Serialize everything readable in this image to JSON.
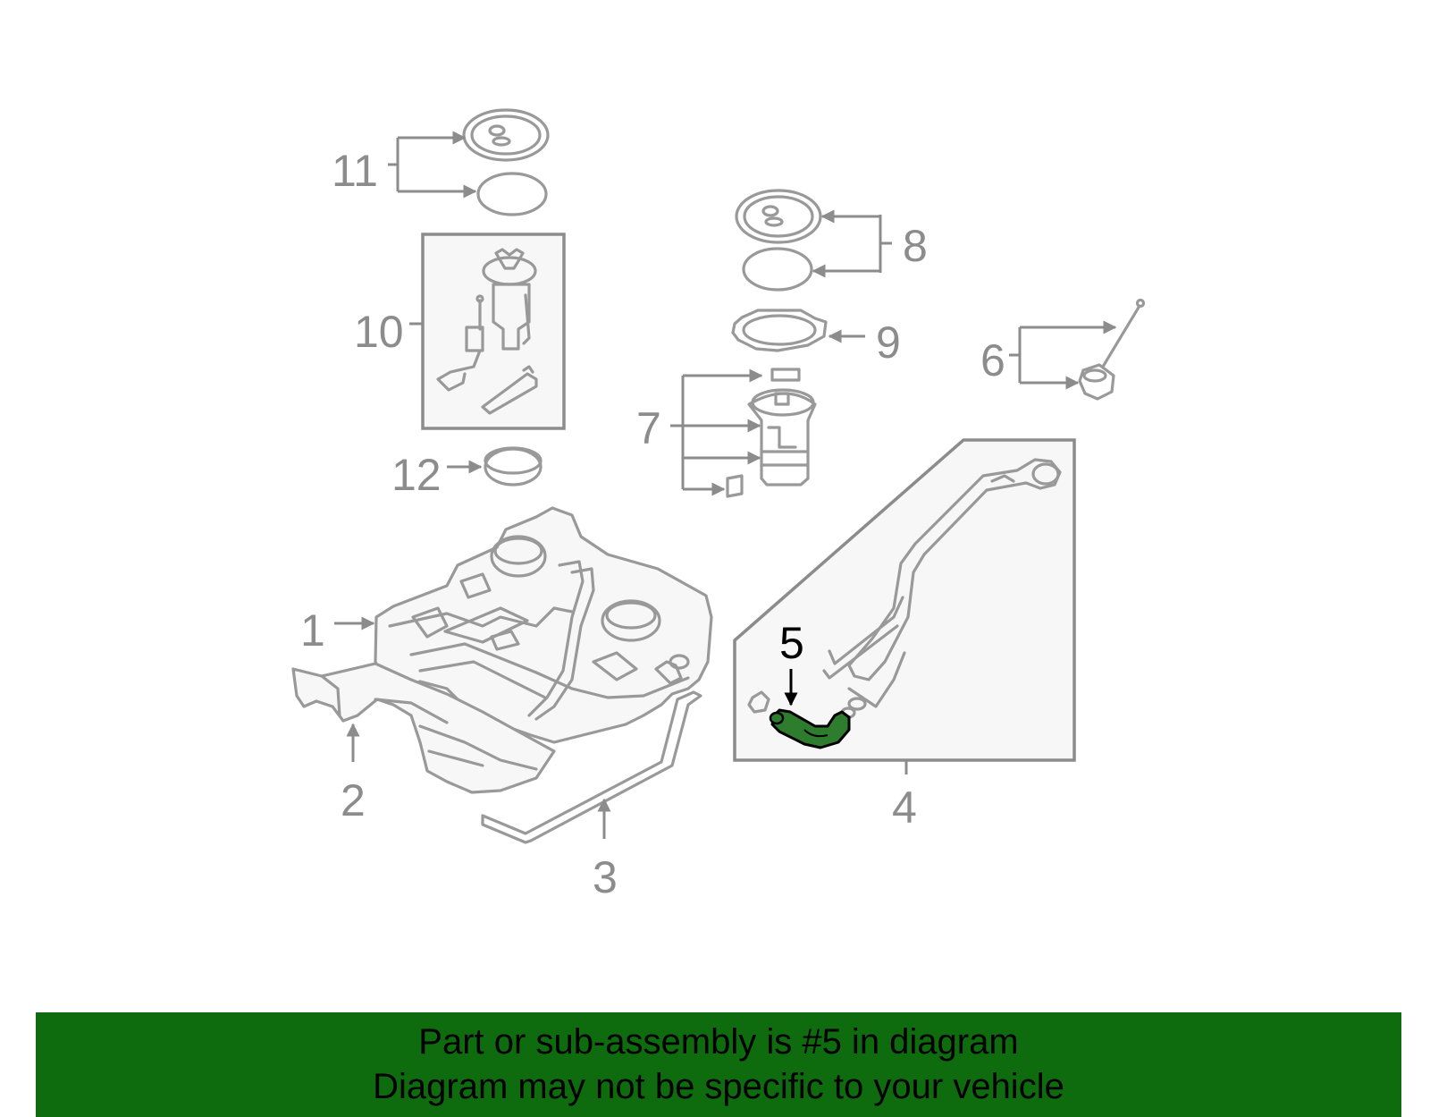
{
  "colors": {
    "banner_background": "#0e6b0e",
    "highlight_part": "#2e7d2e",
    "line_art": "#999999"
  },
  "callouts": {
    "c1": "1",
    "c2": "2",
    "c3": "3",
    "c4": "4",
    "c5": "5",
    "c6": "6",
    "c7": "7",
    "c8": "8",
    "c9": "9",
    "c10": "10",
    "c11": "11",
    "c12": "12"
  },
  "highlighted_callout": "5",
  "banner": {
    "line1": "Part or sub-assembly is #5 in diagram",
    "line2": "Diagram may not be specific to your vehicle"
  }
}
